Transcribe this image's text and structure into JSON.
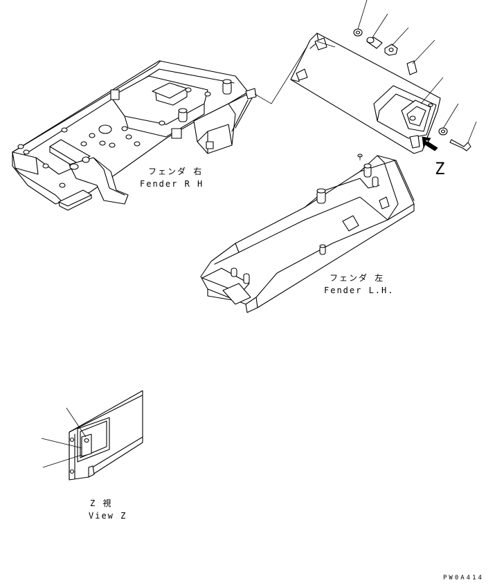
{
  "labels": {
    "fender_rh_jp": "フェンダ 右",
    "fender_rh_en": "Fender R H",
    "fender_lh_jp": "フェンダ 左",
    "fender_lh_en": "Fender L.H.",
    "view_letter": "Z",
    "view_z_jp": "Z  視",
    "view_z_en": "View Z",
    "drawing_code": "PW0A414"
  },
  "icons": {
    "view_arrow": "arrow-icon"
  }
}
